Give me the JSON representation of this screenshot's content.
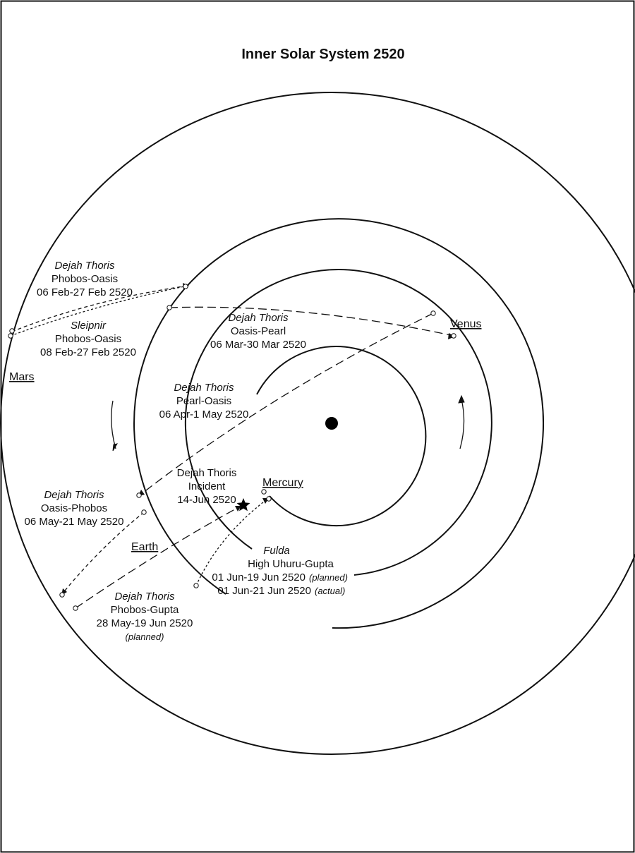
{
  "title": "Inner Solar System 2520",
  "planets": {
    "mars": "Mars",
    "earth": "Earth",
    "venus": "Venus",
    "mercury": "Mercury"
  },
  "transits": {
    "phobos_oasis": {
      "ship": "Dejah Thoris",
      "route": "Phobos-Oasis",
      "dates": "06 Feb-27 Feb 2520"
    },
    "sleipnir": {
      "ship": "Sleipnir",
      "route": "Phobos-Oasis",
      "dates": "08 Feb-27 Feb 2520"
    },
    "oasis_pearl": {
      "ship": "Dejah Thoris",
      "route": "Oasis-Pearl",
      "dates": "06 Mar-30 Mar 2520"
    },
    "pearl_oasis": {
      "ship": "Dejah Thoris",
      "route": "Pearl-Oasis",
      "dates": "06 Apr-1 May 2520"
    },
    "oasis_phobos": {
      "ship": "Dejah Thoris",
      "route": "Oasis-Phobos",
      "dates": "06 May-21 May 2520"
    },
    "incident": {
      "line1": "Dejah Thoris",
      "line2": "Incident",
      "dates": "14-Jun 2520"
    },
    "fulda": {
      "ship": "Fulda",
      "route": "High Uhuru-Gupta",
      "planned_dates": "01 Jun-19 Jun 2520",
      "planned_note": "(planned)",
      "actual_dates": "01 Jun-21 Jun 2520",
      "actual_note": "(actual)"
    },
    "phobos_gupta": {
      "ship": "Dejah Thoris",
      "route": "Phobos-Gupta",
      "dates": "28 May-19 Jun 2520",
      "note": "(planned)"
    }
  },
  "icons": {
    "sun": "sun-icon",
    "incident": "star-icon"
  }
}
